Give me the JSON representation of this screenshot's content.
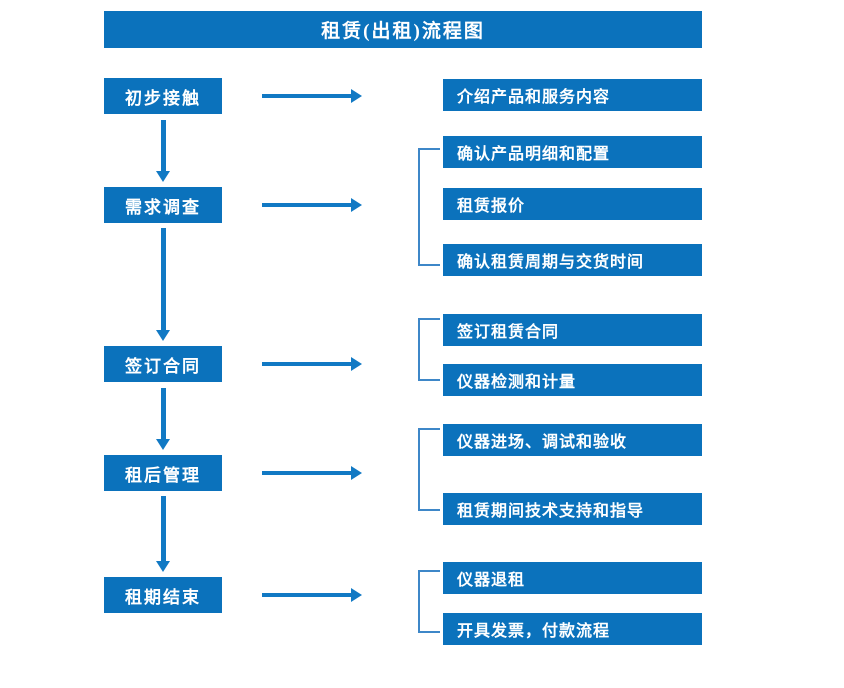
{
  "title": "租赁(出租)流程图",
  "colors": {
    "box_blue": "#0B72BC",
    "arrow_blue": "#1179C4",
    "bracket_blue": "#3E87C8",
    "box_text": "#FFFFFF",
    "background": "#FFFFFF"
  },
  "stages": [
    {
      "label": "初步接触"
    },
    {
      "label": "需求调查"
    },
    {
      "label": "签订合同"
    },
    {
      "label": "租后管理"
    },
    {
      "label": "租期结束"
    }
  ],
  "details": [
    {
      "label": "介绍产品和服务内容"
    },
    {
      "label": "确认产品明细和配置"
    },
    {
      "label": "租赁报价"
    },
    {
      "label": "确认租赁周期与交货时间"
    },
    {
      "label": "签订租赁合同"
    },
    {
      "label": "仪器检测和计量"
    },
    {
      "label": "仪器进场、调试和验收"
    },
    {
      "label": "租赁期间技术支持和指导"
    },
    {
      "label": "仪器退租"
    },
    {
      "label": "开具发票，付款流程"
    }
  ],
  "flow": {
    "stage_to_detail_arrow": "right-arrow",
    "stage_to_stage_arrow": "down-arrow",
    "detail_group_connector": "bracket"
  }
}
